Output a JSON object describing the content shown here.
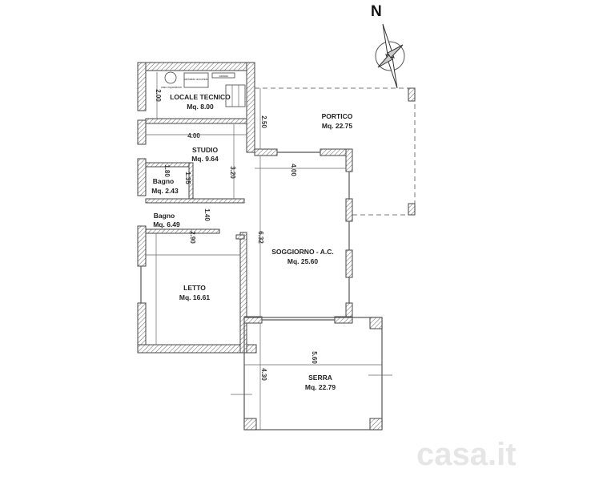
{
  "compass": {
    "label": "N"
  },
  "rooms": [
    {
      "name": "LOCALE TECNICO",
      "area": "Mq. 8.00"
    },
    {
      "name": "STUDIO",
      "area": "Mq. 9.64"
    },
    {
      "name": "Bagno",
      "area": "Mq. 2.43"
    },
    {
      "name": "Bagno",
      "area": "Mq. 6.49"
    },
    {
      "name": "LETTO",
      "area": "Mq. 16.61"
    },
    {
      "name": "PORTICO",
      "area": "Mq. 22.75"
    },
    {
      "name": "SOGGIORNO - A.C.",
      "area": "Mq. 25.60"
    },
    {
      "name": "SERRA",
      "area": "Mq. 22.79"
    }
  ],
  "equipment": {
    "vaso": "vaso espansione",
    "serbatoio": "serbatoio accumulo",
    "caldaia": "caldaia"
  },
  "dimensions": {
    "tecnico_h": "2.00",
    "portico_h": "2.50",
    "studio_w": "4.00",
    "studio_h": "3.20",
    "bagno_a": "1.80",
    "bagno_b": "1.35",
    "bagno2_a": "1.40",
    "bagno2_b": "2.90",
    "soggiorno_w": "4.00",
    "soggiorno_h": "6.32",
    "serra_w": "5.60",
    "serra_h": "4.30"
  },
  "watermark": "casa.it"
}
